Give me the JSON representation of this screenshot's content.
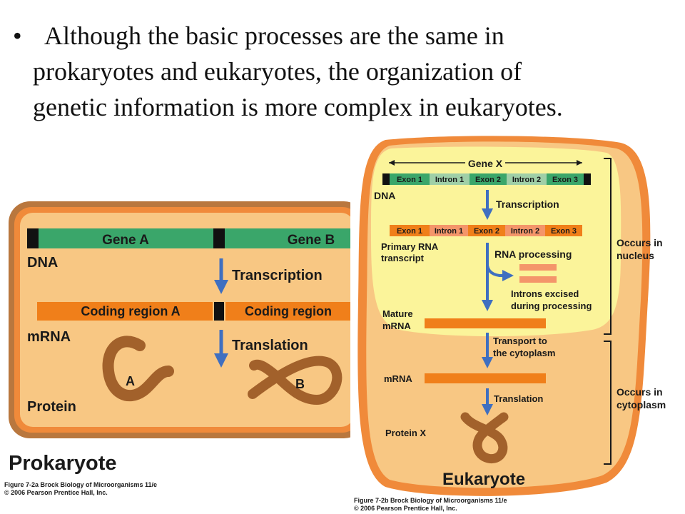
{
  "slide": {
    "bullet_symbol": "•",
    "text_lines": [
      "Although the basic processes are the same in",
      "prokaryotes and eukaryotes, the organization of",
      "genetic information is more complex in eukaryotes."
    ]
  },
  "prokaryote": {
    "gene_a": "Gene A",
    "gene_b": "Gene B",
    "dna": "DNA",
    "transcription": "Transcription",
    "coding_a": "Coding region A",
    "coding_b": "Coding region",
    "mrna": "mRNA",
    "translation": "Translation",
    "protein_a_label": "A",
    "protein_b_label": "B",
    "protein": "Protein",
    "title": "Prokaryote",
    "caption_line1": "Figure 7-2a  Brock Biology of Microorganisms 11/e",
    "caption_line2": "© 2006 Pearson Prentice Hall, Inc."
  },
  "eukaryote": {
    "gene_x": "Gene X",
    "dna_segments": [
      "Exon 1",
      "Intron 1",
      "Exon 2",
      "Intron 2",
      "Exon 3"
    ],
    "dna": "DNA",
    "transcription": "Transcription",
    "rna_segments": [
      "Exon 1",
      "Intron 1",
      "Exon 2",
      "Intron 2",
      "Exon 3"
    ],
    "primary_rna_1": "Primary RNA",
    "primary_rna_2": "transcript",
    "rna_processing": "RNA processing",
    "introns_1": "Introns excised",
    "introns_2": "during processing",
    "mature_1": "Mature",
    "mature_2": "mRNA",
    "transport_1": "Transport to",
    "transport_2": "the cytoplasm",
    "mrna": "mRNA",
    "translation": "Translation",
    "protein_x": "Protein X",
    "title": "Eukaryote",
    "nucleus_1": "Occurs in",
    "nucleus_2": "nucleus",
    "cytoplasm_1": "Occurs in",
    "cytoplasm_2": "cytoplasm",
    "caption_line1": "Figure 7-2b  Brock Biology of Microorganisms 11/e",
    "caption_line2": "© 2006 Pearson Prentice Hall, Inc."
  },
  "colors": {
    "cell_fill": "#f8c783",
    "cell_border": "#f08a3a",
    "outer_rim": "#b9773e",
    "nucleus_fill": "#fbf49a",
    "gene_green": "#3aa66a",
    "intron_gray": "#9fcfa7",
    "coding_orange": "#f07f1a",
    "intron_salmon": "#f4956a",
    "arrow_blue": "#3f6fc0",
    "protein_brown": "#a2612b",
    "label_dark": "#1a1a1a"
  }
}
